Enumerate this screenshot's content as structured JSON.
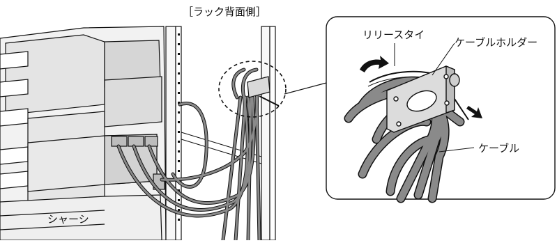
{
  "labels": {
    "rack_rear": "［ラック背面側］",
    "chassis": "シャーシ",
    "release_tie": "リリースタイ",
    "cable_holder": "ケーブルホルダー",
    "cable": "ケーブル"
  },
  "colors": {
    "line": "#111111",
    "cable_fill": "#8a8a8a",
    "cable_dark": "#5e5e5e",
    "chassis_fill": "#e9e9e9",
    "chassis_shade": "#cfcfcf",
    "holder_fill": "#d9d9d9",
    "background": "#ffffff"
  },
  "icons": {
    "rotate_arrow": "curved-arrow-icon",
    "pull_arrow": "straight-arrow-icon"
  }
}
